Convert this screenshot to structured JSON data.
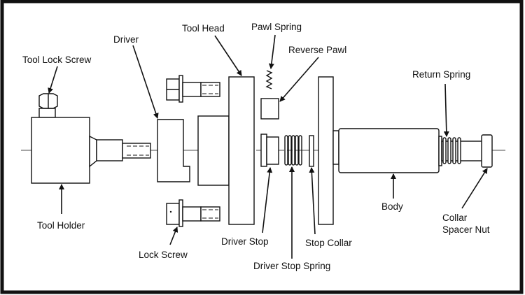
{
  "diagram": {
    "labels": {
      "tool_lock_screw": "Tool Lock Screw",
      "driver": "Driver",
      "tool_head": "Tool Head",
      "pawl_spring": "Pawl Spring",
      "reverse_pawl": "Reverse Pawl",
      "return_spring": "Return Spring",
      "tool_holder": "Tool Holder",
      "lock_screw": "Lock Screw",
      "driver_stop": "Driver Stop",
      "driver_stop_spring": "Driver Stop Spring",
      "stop_collar": "Stop Collar",
      "body": "Body",
      "collar_spacer_nut_line1": "Collar",
      "collar_spacer_nut_line2": "Spacer Nut"
    },
    "colors": {
      "line": "#111111",
      "background": "#ffffff"
    }
  }
}
